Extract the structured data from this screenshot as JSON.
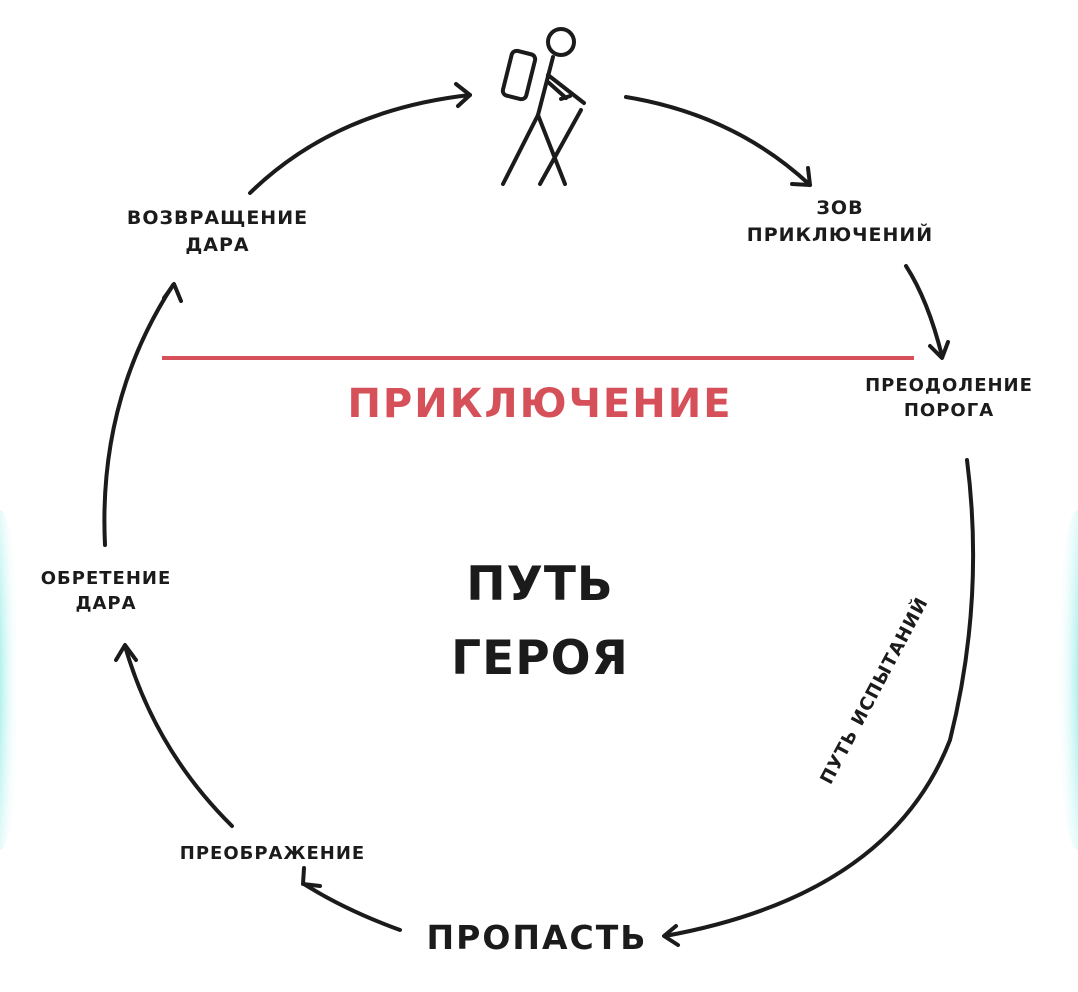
{
  "colors": {
    "ink": "#1b1b1b",
    "accent_red": "#d6505a",
    "glow_cyan": "#2fd6d0"
  },
  "icons": {
    "hiker": "hiker-with-backpack-icon"
  },
  "diagram": {
    "center_title": {
      "line1": "ПУТЬ",
      "line2": "ГЕРОЯ"
    },
    "adventure_label": "ПРИКЛЮЧЕНИЕ",
    "stages": {
      "call": {
        "line1": "ЗОВ",
        "line2": "ПРИКЛЮЧЕНИЙ"
      },
      "threshold": {
        "line1": "ПРЕОДОЛЕНИЕ",
        "line2": "ПОРОГА"
      },
      "trials": "ПУТЬ ИСПЫТАНИЙ",
      "abyss": "ПРОПАСТЬ",
      "transformation": "ПРЕОБРАЖЕНИЕ",
      "gain_gift": {
        "line1": "ОБРЕТЕНИЕ",
        "line2": "ДАРА"
      },
      "return_gift": {
        "line1": "ВОЗВРАЩЕНИЕ",
        "line2": "ДАРА"
      }
    }
  }
}
